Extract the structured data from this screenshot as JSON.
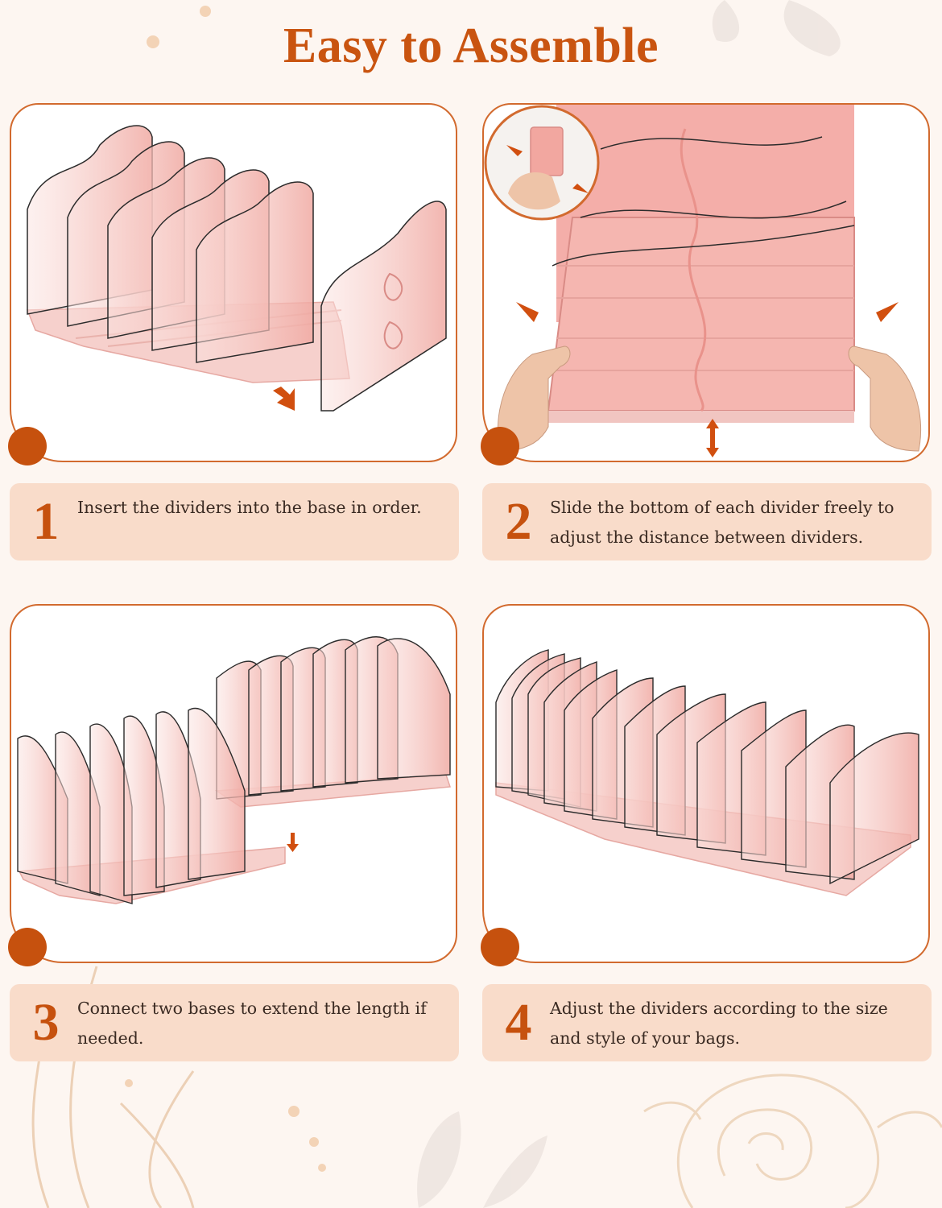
{
  "header": {
    "title": "Easy to Assemble"
  },
  "steps": [
    {
      "number": "1",
      "text": "Insert the dividers into the base in order."
    },
    {
      "number": "2",
      "text": "Slide the bottom of each divider freely to adjust the distance between dividers."
    },
    {
      "number": "3",
      "text": "Connect two bases to extend the length if needed."
    },
    {
      "number": "4",
      "text": "Adjust the dividers according to the size and style of your bags."
    }
  ],
  "colors": {
    "accent": "#c95410",
    "panel_border": "#d26a2e",
    "caption_bg": "#f9dcca",
    "divider_pink": "#f3b4ae",
    "background": "#fdf6f1"
  },
  "icons": [
    "arrow-icon",
    "updown-arrow-icon",
    "step-dot-icon",
    "rose-decoration-icon",
    "leaf-decoration-icon"
  ]
}
